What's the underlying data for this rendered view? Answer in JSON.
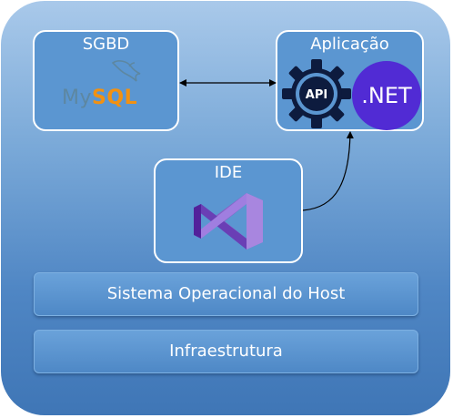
{
  "sgbd": {
    "title": "SGBD",
    "logo_my": "My",
    "logo_sql": "SQL"
  },
  "aplicacao": {
    "title": "Aplicação",
    "api_label": "API",
    "net_label": ".NET"
  },
  "ide": {
    "title": "IDE"
  },
  "layers": {
    "host_os": "Sistema Operacional do Host",
    "infra": "Infraestrutura"
  },
  "colors": {
    "box_fill": "#5b96d1",
    "mysql_blue": "#5d87a1",
    "mysql_orange": "#f29111",
    "dotnet_purple": "#512bd4",
    "vs_purple": "#8661c5"
  },
  "icons": [
    "mysql-dolphin-icon",
    "api-gear-icon",
    "dotnet-logo-icon",
    "visual-studio-icon"
  ]
}
